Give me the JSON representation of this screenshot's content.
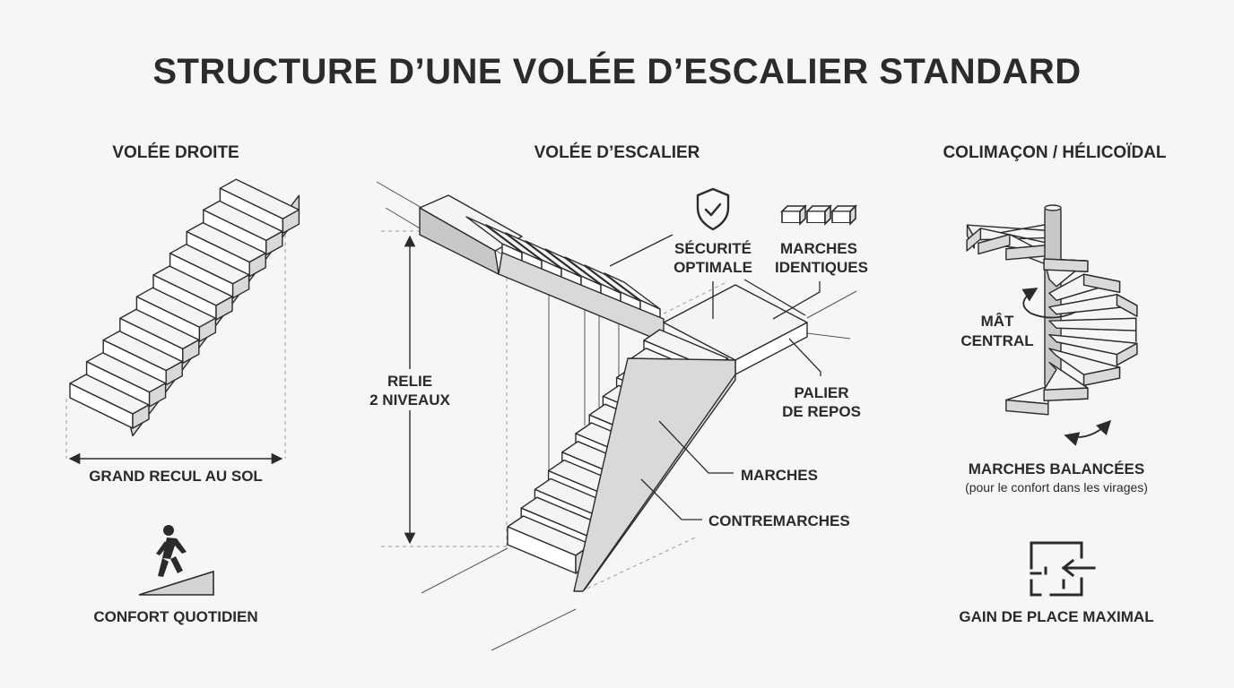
{
  "title": "STRUCTURE D’UNE VOLÉE D’ESCALIER STANDARD",
  "left": {
    "heading": "VOLÉE DROITE",
    "recul_label": "GRAND RECUL AU SOL",
    "confort_label": "CONFORT QUOTIDIEN",
    "icon": "person-walking-up-ramp-icon"
  },
  "center": {
    "heading": "VOLÉE D’ESCALIER",
    "relie_line1": "RELIE",
    "relie_line2": "2 NIVEAUX",
    "securite_line1": "SÉCURITÉ",
    "securite_line2": "OPTIMALE",
    "identiques_line1": "MARCHES",
    "identiques_line2": "IDENTIQUES",
    "palier_line1": "PALIER",
    "palier_line2": "DE REPOS",
    "marches": "MARCHES",
    "contremarches": "CONTREMARCHES",
    "icons": [
      "shield-check-icon",
      "identical-steps-icon"
    ]
  },
  "right": {
    "heading": "COLIMAÇON / HÉLICOÏDAL",
    "mat_line1": "MÂT",
    "mat_line2": "CENTRAL",
    "balancees": "MARCHES BALANCÉES",
    "balancees_note": "(pour le confort dans les virages)",
    "gain_label": "GAIN DE PLACE MAXIMAL",
    "icon": "floor-plan-arrow-icon"
  },
  "colors": {
    "ink": "#2b2b2b",
    "background": "#f6f6f5",
    "shade": "#d9d9d7"
  }
}
